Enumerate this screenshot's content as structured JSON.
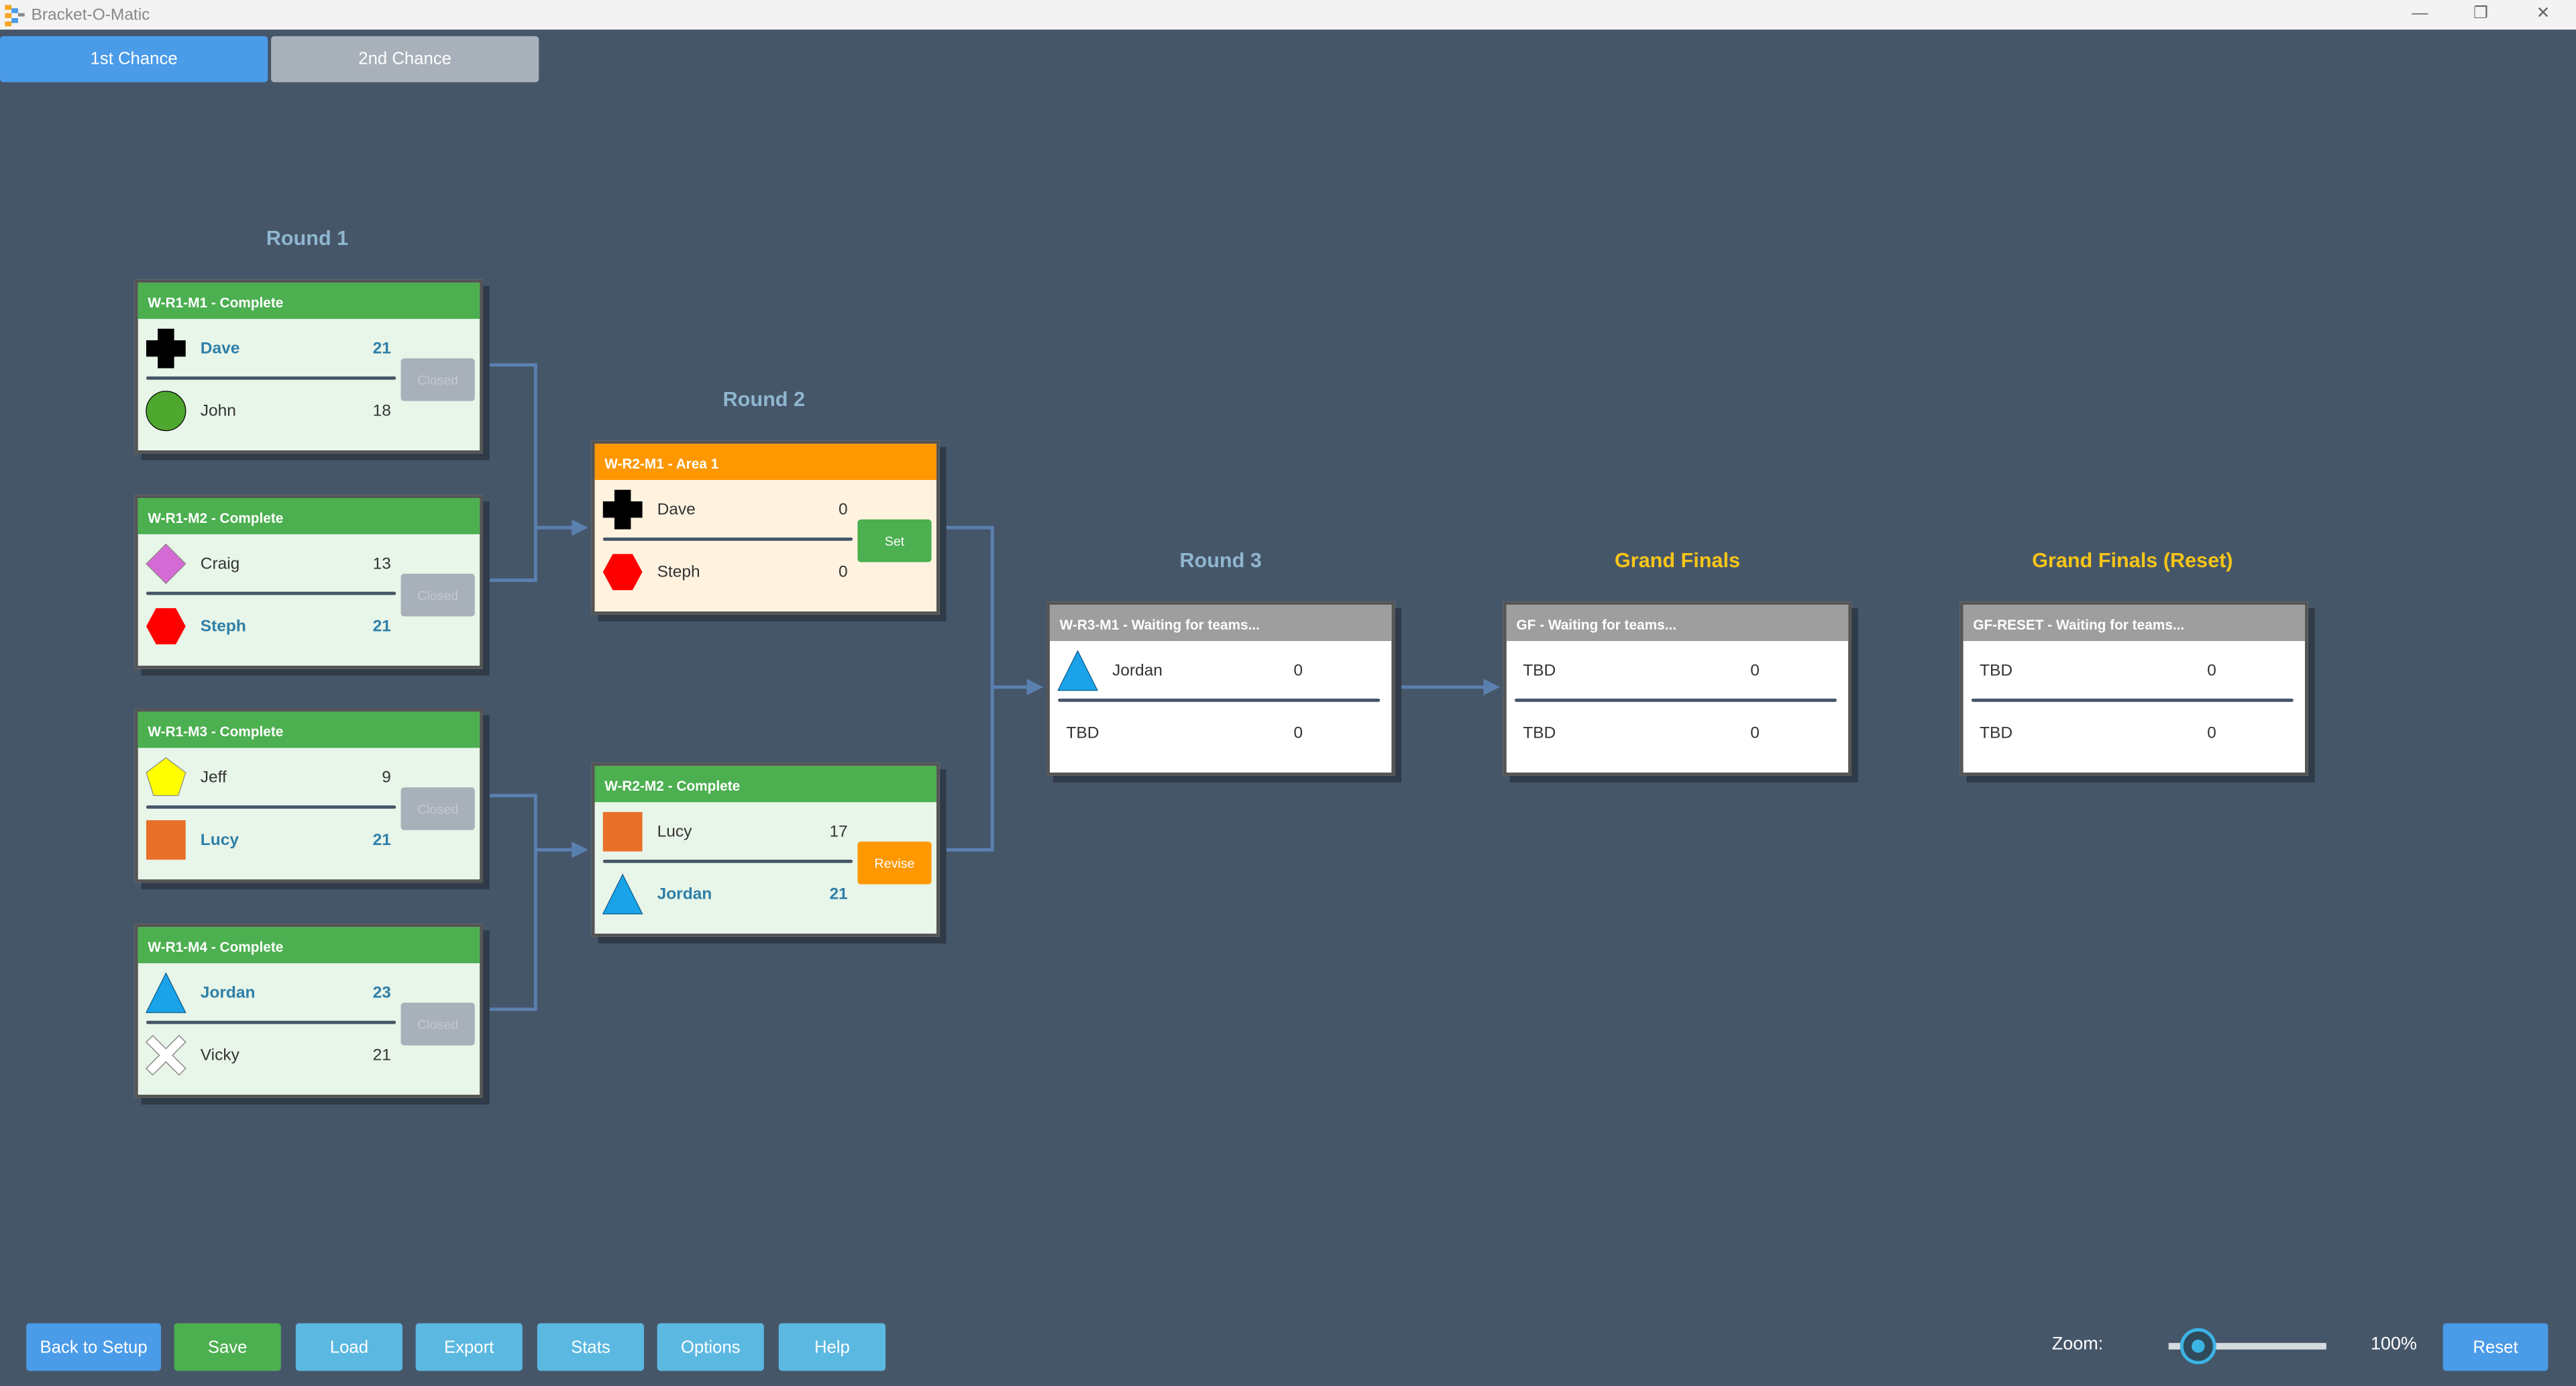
{
  "app": {
    "title": "Bracket-O-Matic"
  },
  "tabs": [
    {
      "label": "1st Chance",
      "active": true
    },
    {
      "label": "2nd Chance",
      "active": false
    }
  ],
  "rounds": [
    {
      "label": "Round 1"
    },
    {
      "label": "Round 2"
    },
    {
      "label": "Round 3"
    },
    {
      "label": "Grand Finals"
    },
    {
      "label": "Grand Finals (Reset)"
    }
  ],
  "colors": {
    "complete": "#4caf50",
    "active": "#ff9800",
    "waiting": "#9e9e9e",
    "winner": "#2e7fa8",
    "background": "#465669"
  },
  "matches": [
    {
      "title": "W-R1-M1 - Complete",
      "status": "complete",
      "action": "Closed",
      "p": [
        {
          "name": "Dave",
          "score": "21",
          "icon": "black-cross",
          "win": true
        },
        {
          "name": "John",
          "score": "18",
          "icon": "green-circle",
          "win": false
        }
      ]
    },
    {
      "title": "W-R1-M2 - Complete",
      "status": "complete",
      "action": "Closed",
      "p": [
        {
          "name": "Craig",
          "score": "13",
          "icon": "pink-diamond",
          "win": false
        },
        {
          "name": "Steph",
          "score": "21",
          "icon": "red-hexagon",
          "win": true
        }
      ]
    },
    {
      "title": "W-R1-M3 - Complete",
      "status": "complete",
      "action": "Closed",
      "p": [
        {
          "name": "Jeff",
          "score": "9",
          "icon": "yellow-pentagon",
          "win": false
        },
        {
          "name": "Lucy",
          "score": "21",
          "icon": "orange-square",
          "win": true
        }
      ]
    },
    {
      "title": "W-R1-M4 - Complete",
      "status": "complete",
      "action": "Closed",
      "p": [
        {
          "name": "Jordan",
          "score": "23",
          "icon": "blue-triangle",
          "win": true
        },
        {
          "name": "Vicky",
          "score": "21",
          "icon": "white-x",
          "win": false
        }
      ]
    },
    {
      "title": "W-R2-M1 - Area 1",
      "status": "active",
      "action": "Set",
      "p": [
        {
          "name": "Dave",
          "score": "0",
          "icon": "black-cross",
          "win": false
        },
        {
          "name": "Steph",
          "score": "0",
          "icon": "red-hexagon",
          "win": false
        }
      ]
    },
    {
      "title": "W-R2-M2 - Complete",
      "status": "complete",
      "action": "Revise",
      "p": [
        {
          "name": "Lucy",
          "score": "17",
          "icon": "orange-square",
          "win": false
        },
        {
          "name": "Jordan",
          "score": "21",
          "icon": "blue-triangle",
          "win": true
        }
      ]
    },
    {
      "title": "W-R3-M1 - Waiting for teams...",
      "status": "waiting",
      "action": "",
      "p": [
        {
          "name": "Jordan",
          "score": "0",
          "icon": "blue-triangle",
          "win": false
        },
        {
          "name": "TBD",
          "score": "0",
          "icon": "",
          "win": false
        }
      ]
    },
    {
      "title": "GF - Waiting for teams...",
      "status": "waiting",
      "action": "",
      "p": [
        {
          "name": "TBD",
          "score": "0",
          "icon": "",
          "win": false
        },
        {
          "name": "TBD",
          "score": "0",
          "icon": "",
          "win": false
        }
      ]
    },
    {
      "title": "GF-RESET - Waiting for teams...",
      "status": "waiting",
      "action": "",
      "p": [
        {
          "name": "TBD",
          "score": "0",
          "icon": "",
          "win": false
        },
        {
          "name": "TBD",
          "score": "0",
          "icon": "",
          "win": false
        }
      ]
    }
  ],
  "footer": {
    "buttons": [
      "Back to Setup",
      "Save",
      "Load",
      "Export",
      "Stats",
      "Options",
      "Help"
    ],
    "zoom_label": "Zoom:",
    "zoom_value": "100%",
    "zoom_fraction": 0.19,
    "reset": "Reset"
  }
}
